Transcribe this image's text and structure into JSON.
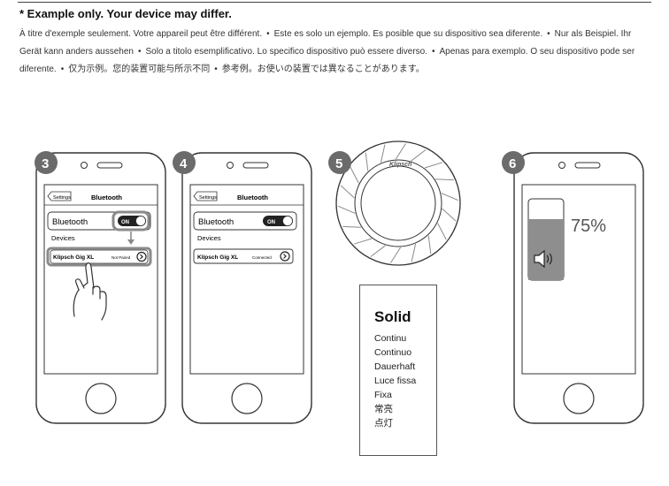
{
  "notice": {
    "heading": "* Example only. Your device may differ.",
    "translations": [
      "À titre d'exemple seulement. Votre appareil peut être différent.",
      "Este es solo un ejemplo. Es posible que su dispositivo sea diferente.",
      "Nur als Beispiel. Ihr Gerät kann anders aussehen",
      "Solo a titolo esemplificativo. Lo specifico dispositivo può essere diverso.",
      "Apenas para exemplo. O seu dispositivo pode ser diferente.",
      "仅为示例。您的装置可能与所示不同",
      "参考例。お使いの装置では異なることがあります。"
    ]
  },
  "steps": {
    "step3": {
      "number": "3",
      "back_label": "Settings",
      "screen_title": "Bluetooth",
      "bluetooth_label": "Bluetooth",
      "toggle_label": "ON",
      "devices_label": "Devices",
      "device_name": "Klipsch Gig XL",
      "device_status": "Not Paired"
    },
    "step4": {
      "number": "4",
      "back_label": "Settings",
      "screen_title": "Bluetooth",
      "bluetooth_label": "Bluetooth",
      "toggle_label": "ON",
      "devices_label": "Devices",
      "device_name": "Klipsch Gig XL",
      "device_status": "Connected"
    },
    "step5": {
      "number": "5",
      "logo_text": "Klipsch",
      "led_state": {
        "title": "Solid",
        "translations": [
          "Continu",
          "Continuo",
          "Dauerhaft",
          "Luce fissa",
          "Fixa",
          "常亮",
          "点灯"
        ]
      }
    },
    "step6": {
      "number": "6",
      "volume_percent": "75%",
      "volume_level": 0.75
    }
  },
  "colors": {
    "badge": "#6b6b6b",
    "line": "#333333",
    "grey_fill": "#8e8e8e",
    "highlight": "#8a8a8a"
  }
}
